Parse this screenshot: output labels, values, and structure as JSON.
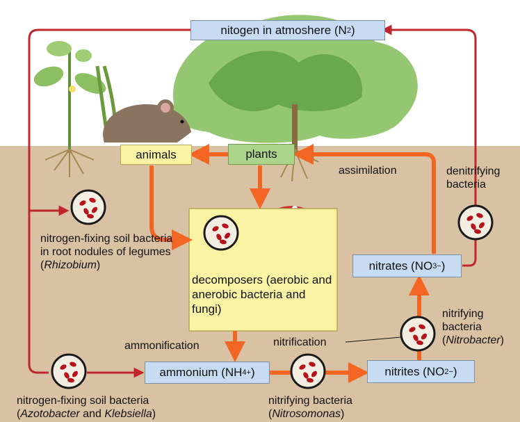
{
  "colors": {
    "arrow_orange": "#f26522",
    "arrow_red": "#c0272d",
    "soil": "#d9c2a3",
    "box_blue": "#c7dcf3",
    "box_yellow": "#fbf3a4",
    "box_green": "#a9d48a"
  },
  "boxes": {
    "atmosphere": {
      "text": "nitogen in atmoshere (N",
      "sub": "2",
      "end": ")"
    },
    "animals": "animals",
    "plants": "plants",
    "decomposers": "decomposers (aerobic and anerobic bacteria and fungi)",
    "ammonium": {
      "text": "ammonium (NH",
      "sub": "4",
      "sup": "+",
      "end": ")"
    },
    "nitrites": {
      "text": "nitrites (NO",
      "sub": "2",
      "sup": "−",
      "end": ")"
    },
    "nitrates": {
      "text": "nitrates (NO",
      "sub": "3",
      "sup": "−",
      "end": ")"
    }
  },
  "labels": {
    "assimilation": "assimilation",
    "denitrifying": "denitrifying bacteria",
    "rhizobium_text": "nitrogen-fixing soil bacteria in root nodules of legumes",
    "rhizobium_open": "(",
    "rhizobium_name": "Rhizobium",
    "rhizobium_close": ")",
    "azotobacter_text": "nitrogen-fixing soil bacteria",
    "azotobacter_open": "(",
    "azotobacter_name1": "Azotobacter",
    "azotobacter_and": " and ",
    "azotobacter_name2": "Klebsiella",
    "azotobacter_close": ")",
    "ammonification": "ammonification",
    "nitrification": "nitrification",
    "nitrosomonas_text": "nitrifying bacteria",
    "nitrosomonas_open": "(",
    "nitrosomonas_name": "Nitrosomonas",
    "nitrosomonas_close": ")",
    "nitrobacter_text1": "nitrifying",
    "nitrobacter_text2": "bacteria",
    "nitrobacter_open": "(",
    "nitrobacter_name": "Nitrobacter",
    "nitrobacter_close": ")"
  },
  "icons": [
    "bacteria-circle-icon",
    "mushroom-icon",
    "mouse-icon",
    "bean-plant-icon",
    "tree-icon"
  ]
}
